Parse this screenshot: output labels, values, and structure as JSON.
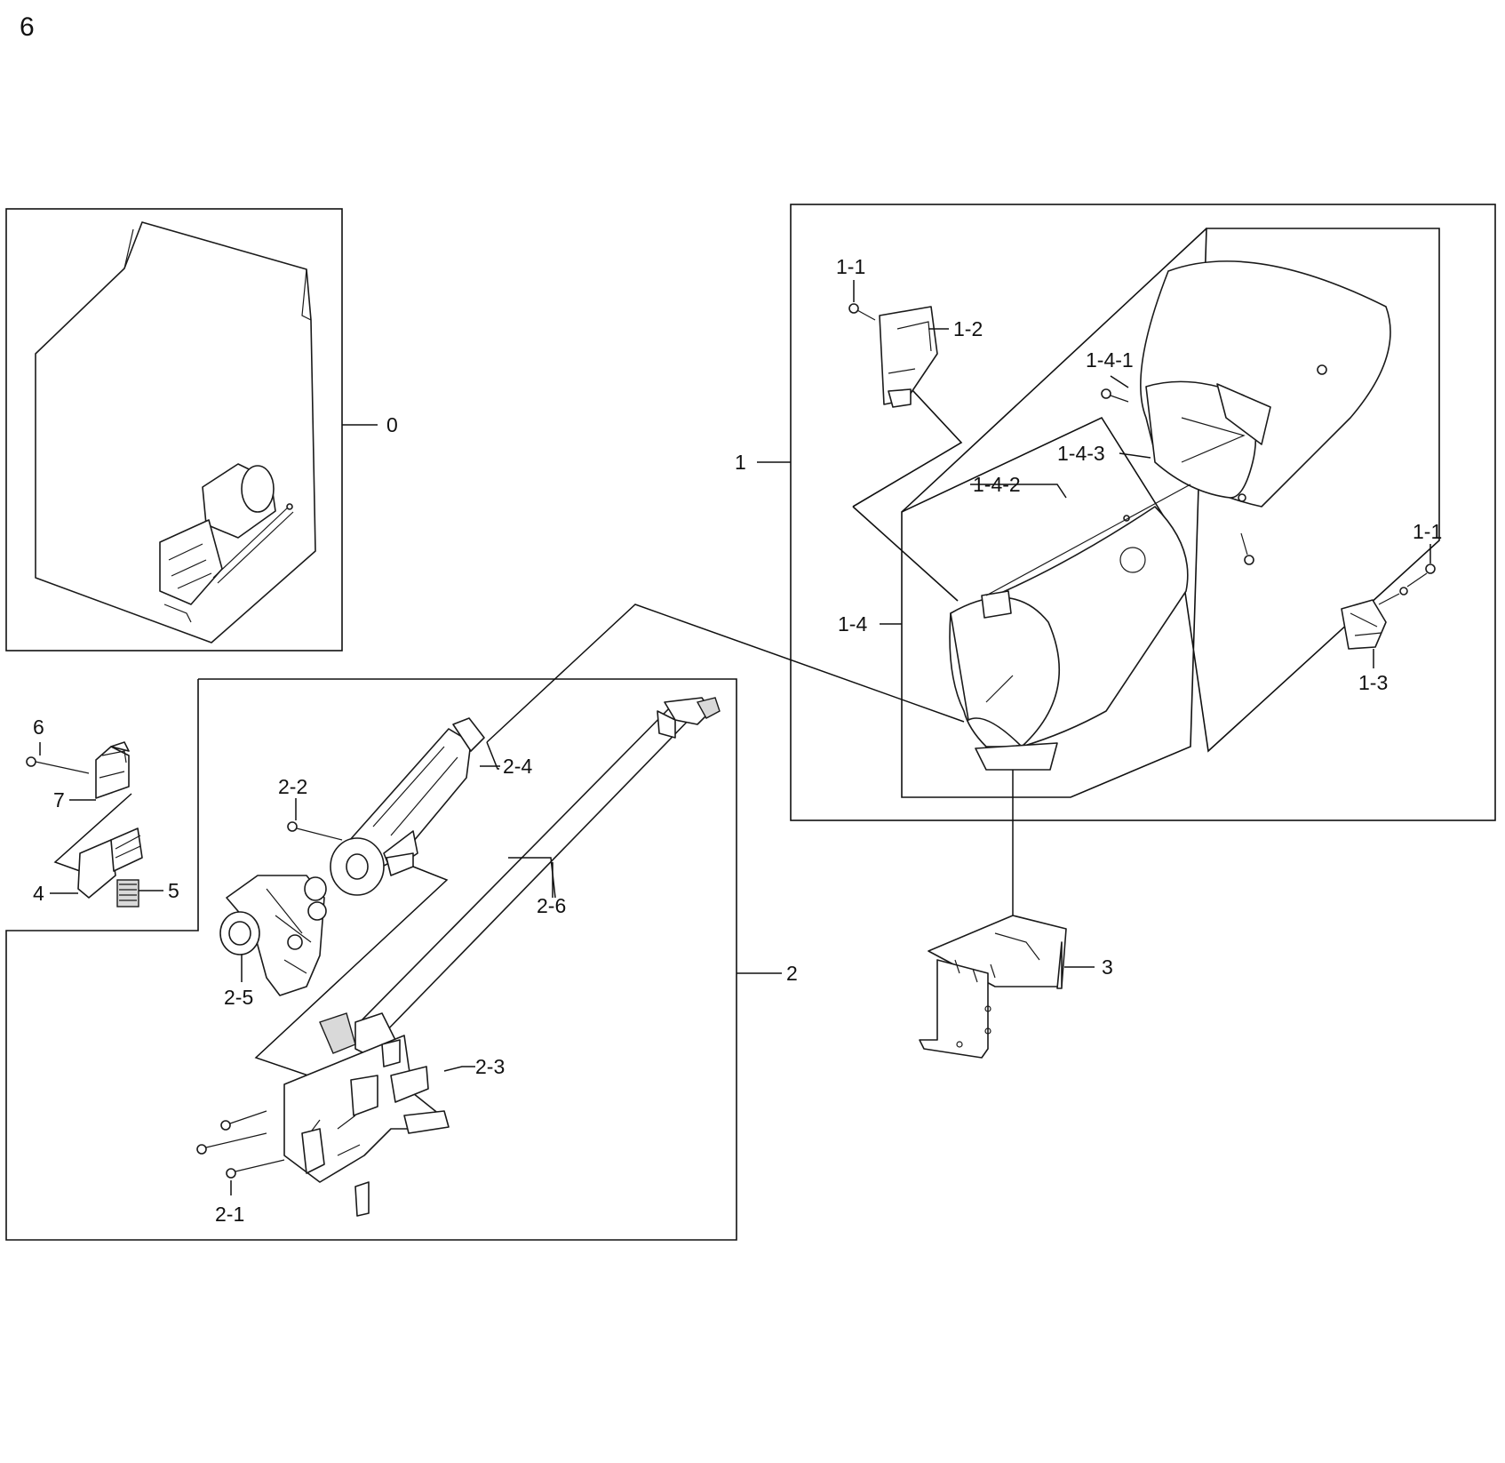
{
  "page_number": "6",
  "labels": {
    "l0": "0",
    "l1": "1",
    "l1_1a": "1-1",
    "l1_1b": "1-1",
    "l1_2": "1-2",
    "l1_3": "1-3",
    "l1_4": "1-4",
    "l1_4_1": "1-4-1",
    "l1_4_2": "1-4-2",
    "l1_4_3": "1-4-3",
    "l2": "2",
    "l2_1": "2-1",
    "l2_2": "2-2",
    "l2_3": "2-3",
    "l2_4": "2-4",
    "l2_5": "2-5",
    "l2_6": "2-6",
    "l3": "3",
    "l4": "4",
    "l5": "5",
    "l6": "6",
    "l7": "7"
  }
}
